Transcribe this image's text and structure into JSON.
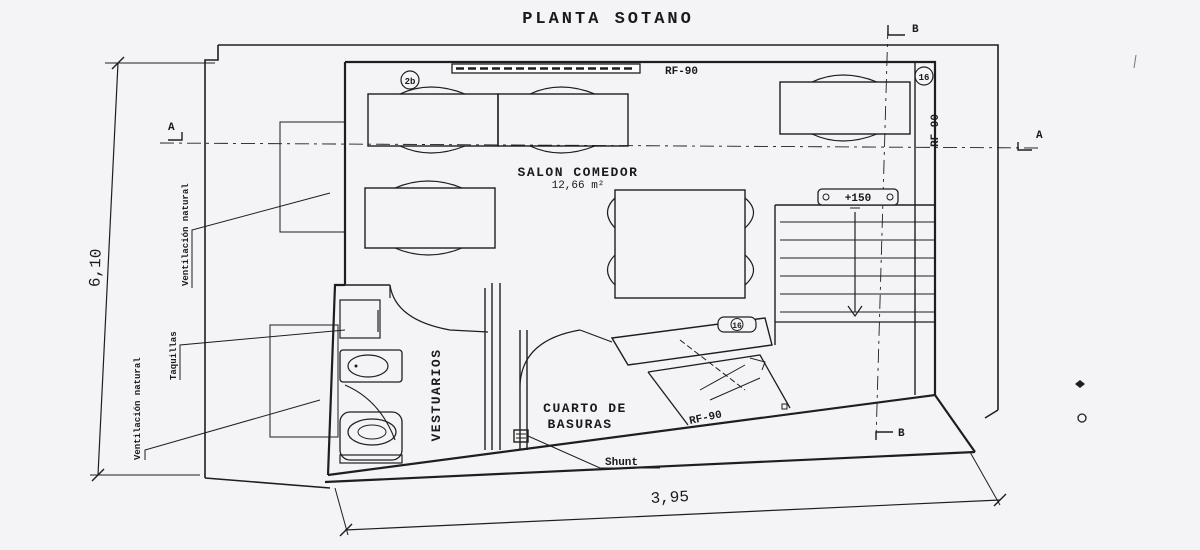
{
  "plan": {
    "title": "PLANTA SOTANO",
    "rooms": {
      "salon_name": "SALON COMEDOR",
      "salon_area": "12,66 m²",
      "vestuarios": "VESTUARIOS",
      "cuarto_line1": "CUARTO DE",
      "cuarto_line2": "BASURAS"
    },
    "labels": {
      "rf_top": "RF-90",
      "rf_right": "RF-90",
      "rf_bottom": "RF-90",
      "stair_level": "+150",
      "stair_tag": "16",
      "corner_tag": "16",
      "grille_tag": "2b",
      "shunt": "Shunt",
      "ventilacion_natural_1": "Ventilación natural",
      "taquillas": "Taquillas",
      "ventilacion_natural_2": "Ventilación natural"
    },
    "sections": {
      "a_left": "A",
      "a_right": "A",
      "b_top": "B",
      "b_bottom": "B"
    },
    "dimensions": {
      "height": "6,10",
      "width": "3,95"
    }
  }
}
